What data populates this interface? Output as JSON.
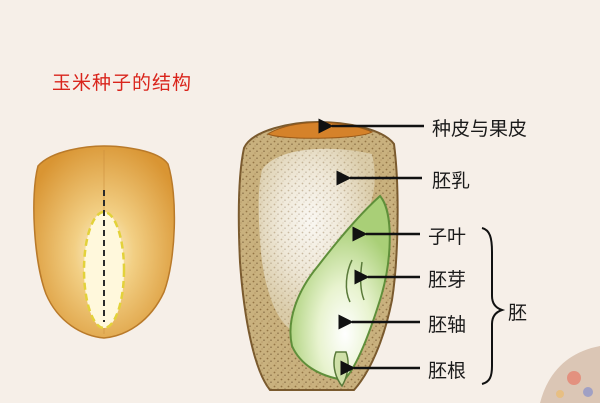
{
  "title": "玉米种子的结构",
  "labels": {
    "seed_coat_pericarp": "种皮与果皮",
    "endosperm": "胚乳",
    "cotyledon": "子叶",
    "plumule": "胚芽",
    "hypocotyl_axis": "胚轴",
    "radicle": "胚根",
    "embryo": "胚"
  },
  "colors": {
    "title": "#d9241b",
    "kernel": "#e3a545",
    "endosperm": "#f3ead7",
    "embryo": "#b7d68c",
    "seed_coat_cap": "#d5822a"
  }
}
